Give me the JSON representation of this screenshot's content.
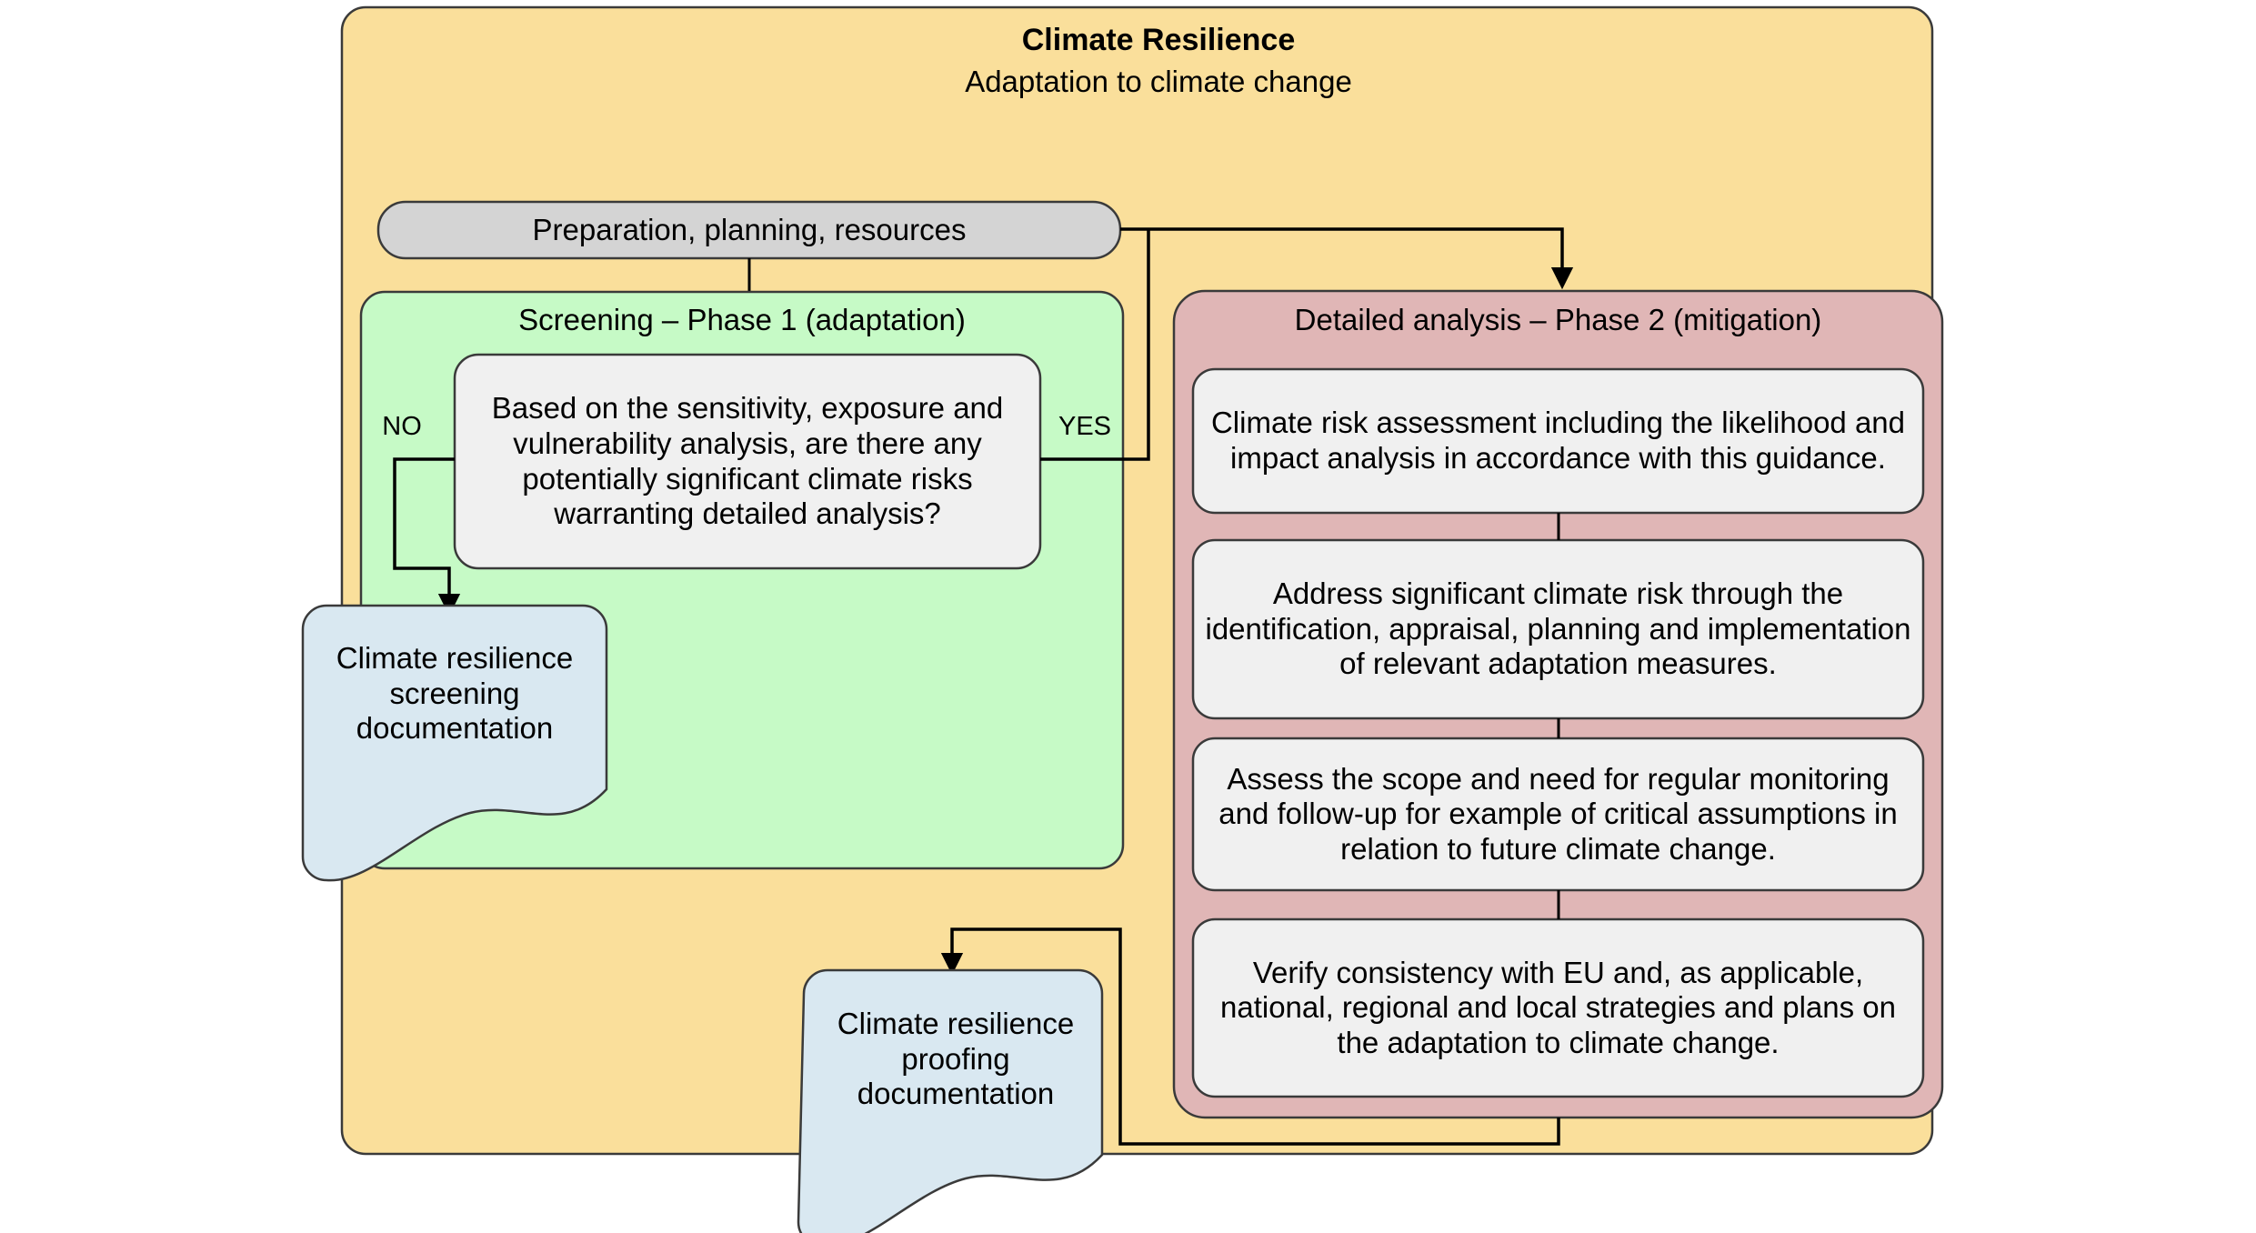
{
  "diagram": {
    "title": "Climate Resilience",
    "subtitle": "Adaptation to climate change",
    "preparation_box": "Preparation, planning, resources",
    "phase1": {
      "panel_title": "Screening – Phase 1 (adaptation)",
      "decision": "Based on the sensitivity, exposure and vulnerability analysis, are there any potentially significant climate risks warranting detailed analysis?",
      "branch_no": "NO",
      "branch_yes": "YES",
      "document": "Climate resilience screening documentation"
    },
    "phase2": {
      "panel_title": "Detailed analysis – Phase 2 (mitigation)",
      "steps": [
        "Climate risk assessment including the likelihood and impact analysis in accordance with this guidance.",
        "Address significant climate risk through the identification, appraisal, planning and implementation of relevant adaptation measures.",
        "Assess the scope and need for regular monitoring and follow-up for example of critical assumptions in relation to future climate change.",
        "Verify consistency with EU and, as applicable, national, regional and local strategies and plans on the adaptation to climate change."
      ]
    },
    "output_document": "Climate resilience proofing documentation",
    "colors": {
      "container_fill": "#fadf9b",
      "phase1_fill": "#c6fac6",
      "phase2_fill": "#e0b6b6",
      "step_fill": "#f0f0f0",
      "preparation_fill": "#d4d4d4",
      "document_fill": "#d9e8f1",
      "stroke": "#3a3a3a",
      "connector": "#000000"
    }
  }
}
